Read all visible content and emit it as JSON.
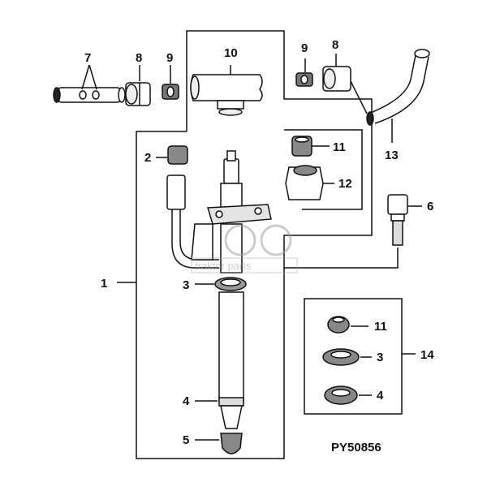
{
  "diagram": {
    "reference_code": "PY50856",
    "watermark": "traktor parts",
    "callouts": {
      "c1": "1",
      "c2": "2",
      "c3_main": "3",
      "c4_main": "4",
      "c5": "5",
      "c6": "6",
      "c7": "7",
      "c8_left": "8",
      "c8_right": "8",
      "c9_left": "9",
      "c9_right": "9",
      "c10": "10",
      "c11_top": "11",
      "c11_kit": "11",
      "c12": "12",
      "c13": "13",
      "c14": "14",
      "c3_kit": "3",
      "c4_kit": "4"
    }
  }
}
